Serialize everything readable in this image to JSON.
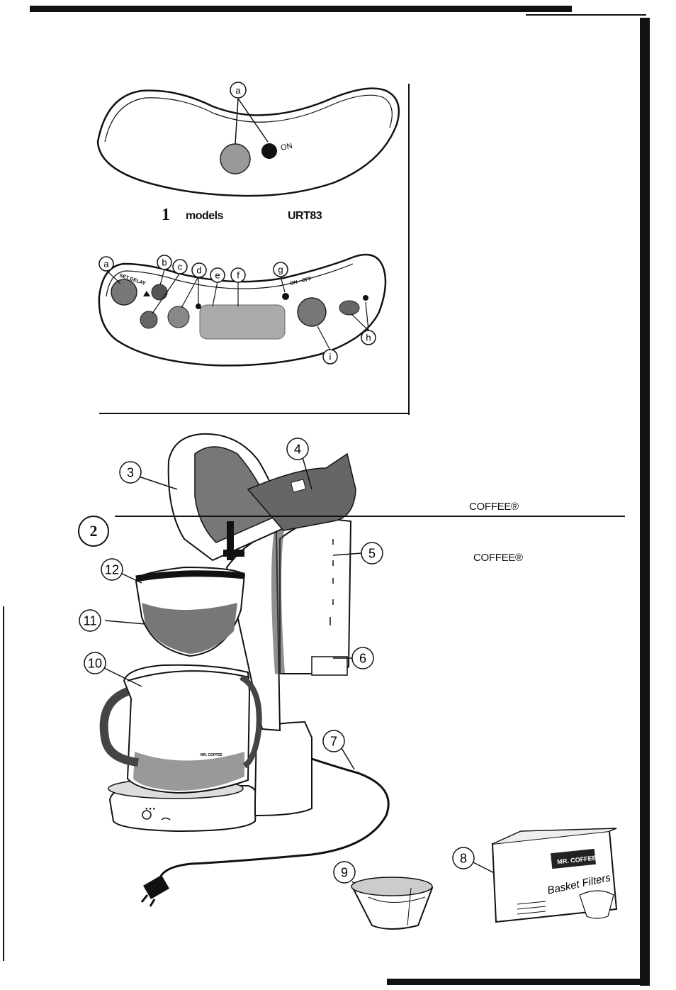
{
  "panel_top": {
    "callout_label": "a",
    "on_label": "ON"
  },
  "models_caption": {
    "number": "1",
    "word": "models",
    "code": "URT83"
  },
  "panel_bottom": {
    "callouts": [
      "a",
      "b",
      "c",
      "d",
      "e",
      "f",
      "g",
      "h",
      "i"
    ],
    "set_delay_label": "SET DELAY",
    "on_off_label": "ON • OFF"
  },
  "machine_callouts": [
    "3",
    "4",
    "5",
    "6",
    "7",
    "8",
    "9",
    "10",
    "11",
    "12"
  ],
  "carafe_brand": "MR. COFFEE",
  "filter_box": {
    "brand": "MR. COFFEE",
    "title": "Basket Filters"
  },
  "side_text": {
    "line1": "COFFEE®",
    "line2": "COFFEE®"
  },
  "page_number": "2"
}
